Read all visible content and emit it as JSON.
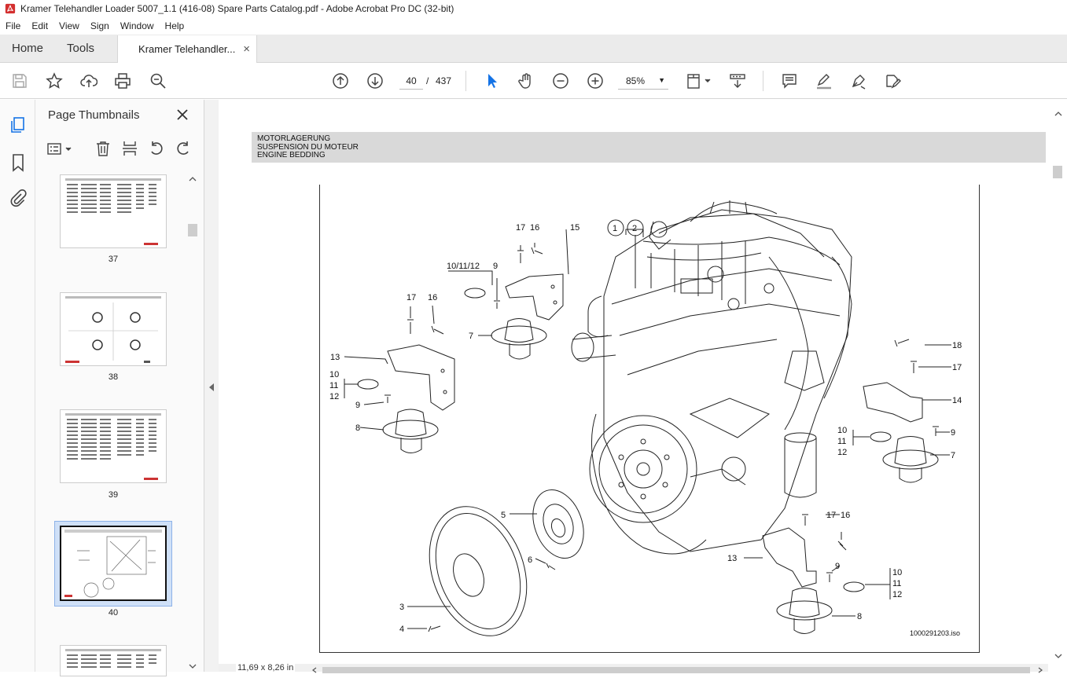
{
  "window": {
    "title": "Kramer Telehandler Loader 5007_1.1 (416-08) Spare Parts Catalog.pdf - Adobe Acrobat Pro DC (32-bit)"
  },
  "menu": [
    "File",
    "Edit",
    "View",
    "Sign",
    "Window",
    "Help"
  ],
  "tabs": {
    "home": "Home",
    "tools": "Tools",
    "document": "Kramer Telehandler...",
    "close_symbol": "×"
  },
  "toolbar": {
    "current_page": "40",
    "page_separator": "/",
    "total_pages": "437",
    "zoom": "85%"
  },
  "thumbnails_panel": {
    "title": "Page Thumbnails",
    "pages": [
      "37",
      "38",
      "39",
      "40"
    ],
    "selected_page": "40"
  },
  "document": {
    "header_lines": [
      "MOTORLAGERUNG",
      "SUSPENSION DU MOTEUR",
      "ENGINE BEDDING"
    ],
    "drawing_id": "1000291203.iso",
    "callouts": [
      "1",
      "2",
      "3",
      "4",
      "5",
      "6",
      "7",
      "8",
      "9",
      "10",
      "11",
      "12",
      "10/11/12",
      "13",
      "14",
      "15",
      "16",
      "17",
      "18"
    ]
  },
  "status": {
    "page_size": "11,69 x 8,26 in"
  },
  "colors": {
    "acrobat_red": "#d32f2f",
    "select_blue": "#1473e6",
    "header_band": "#d9d9d9"
  }
}
